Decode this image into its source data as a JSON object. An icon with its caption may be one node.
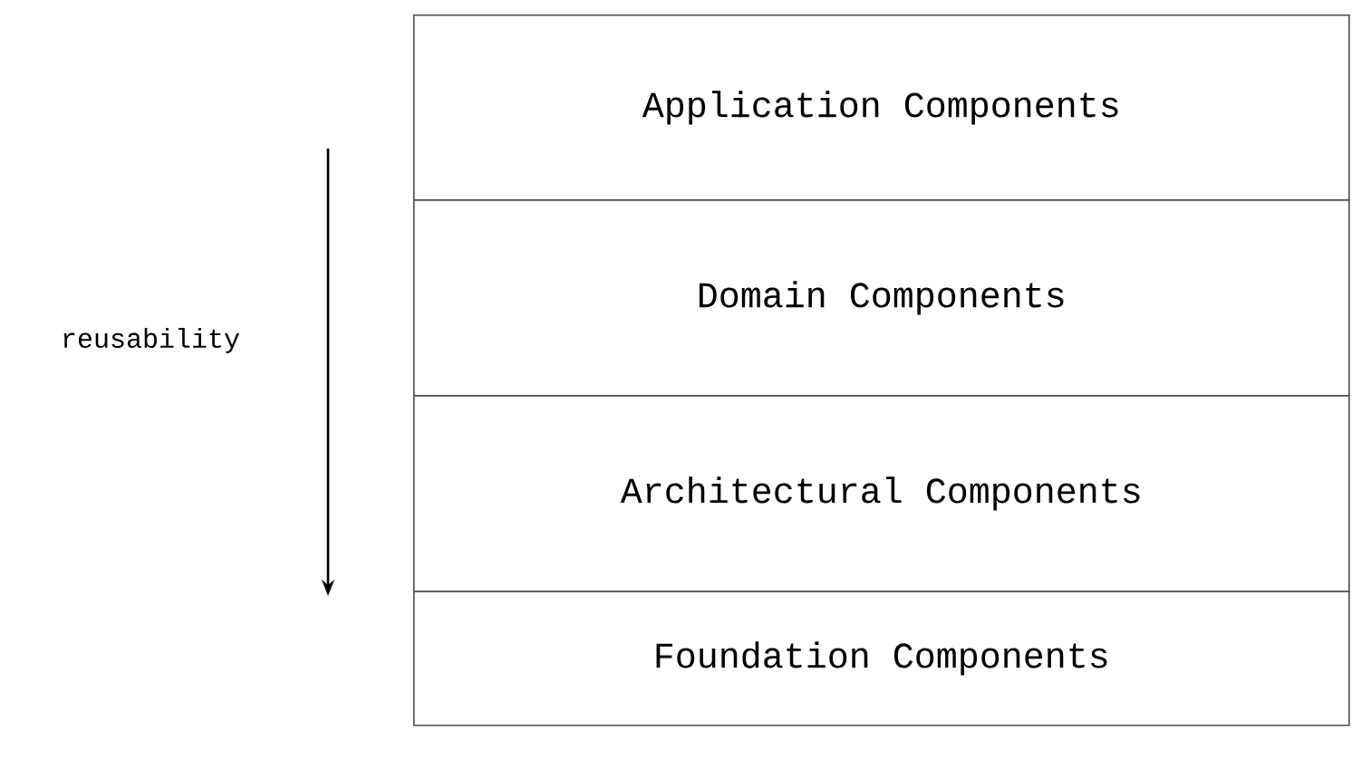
{
  "diagram": {
    "nodes": [
      {
        "text": [
          "Application Components"
        ]
      },
      {
        "text": [
          "Domain Components"
        ]
      },
      {
        "text": [
          "Architectural Components"
        ]
      },
      {
        "text": [
          "Foundation Components"
        ]
      }
    ],
    "edges": [],
    "labels": [
      "reusability"
    ]
  }
}
